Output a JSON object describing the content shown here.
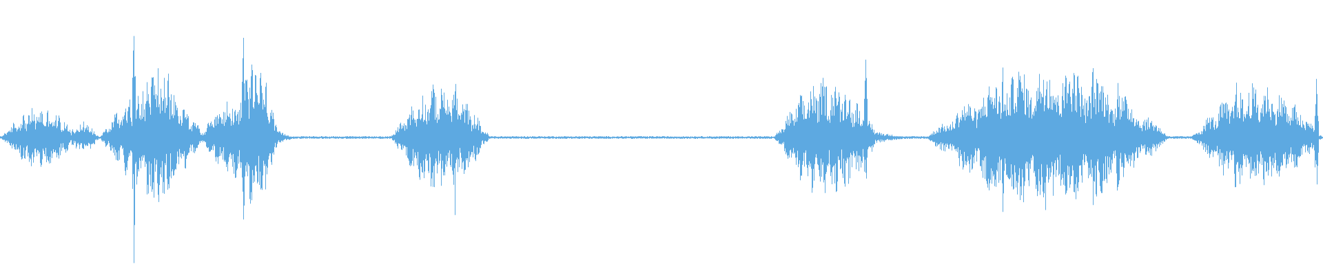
{
  "waveform": {
    "color": "#5DA9E1",
    "background": "#FFFFFF",
    "baseline_level": 0.01,
    "bursts": [
      {
        "start": 0.0,
        "end": 0.06,
        "amplitude": 0.23,
        "profile": "cluster"
      },
      {
        "start": 0.05,
        "end": 0.075,
        "amplitude": 0.12,
        "profile": "cluster"
      },
      {
        "start": 0.075,
        "end": 0.155,
        "amplitude": 0.42,
        "profile": "cluster"
      },
      {
        "start": 0.1,
        "end": 0.135,
        "amplitude": 0.55,
        "profile": "cluster"
      },
      {
        "start": 0.175,
        "end": 0.21,
        "amplitude": 0.58,
        "profile": "cluster"
      },
      {
        "start": 0.15,
        "end": 0.21,
        "amplitude": 0.3,
        "profile": "cluster"
      },
      {
        "start": 0.205,
        "end": 0.23,
        "amplitude": 0.08,
        "profile": "decay"
      },
      {
        "start": 0.295,
        "end": 0.37,
        "amplitude": 0.4,
        "profile": "cluster"
      },
      {
        "start": 0.345,
        "end": 0.37,
        "amplitude": 0.1,
        "profile": "decay"
      },
      {
        "start": 0.585,
        "end": 0.665,
        "amplitude": 0.45,
        "profile": "cluster"
      },
      {
        "start": 0.65,
        "end": 0.7,
        "amplitude": 0.08,
        "profile": "decay"
      },
      {
        "start": 0.7,
        "end": 0.885,
        "amplitude": 0.55,
        "profile": "cluster"
      },
      {
        "start": 0.86,
        "end": 0.89,
        "amplitude": 0.08,
        "profile": "decay"
      },
      {
        "start": 0.9,
        "end": 1.0,
        "amplitude": 0.4,
        "profile": "cluster"
      }
    ],
    "spikes": [
      {
        "x": 0.101,
        "amplitude": 0.92
      },
      {
        "x": 0.127,
        "amplitude": 0.58
      },
      {
        "x": 0.184,
        "amplitude": 0.82
      },
      {
        "x": 0.344,
        "amplitude": 0.58
      },
      {
        "x": 0.654,
        "amplitude": 0.58
      },
      {
        "x": 0.758,
        "amplitude": 0.62
      },
      {
        "x": 0.803,
        "amplitude": 0.72
      },
      {
        "x": 0.826,
        "amplitude": 0.66
      },
      {
        "x": 0.845,
        "amplitude": 0.76
      },
      {
        "x": 0.934,
        "amplitude": 0.54
      },
      {
        "x": 0.995,
        "amplitude": 0.5
      }
    ]
  }
}
